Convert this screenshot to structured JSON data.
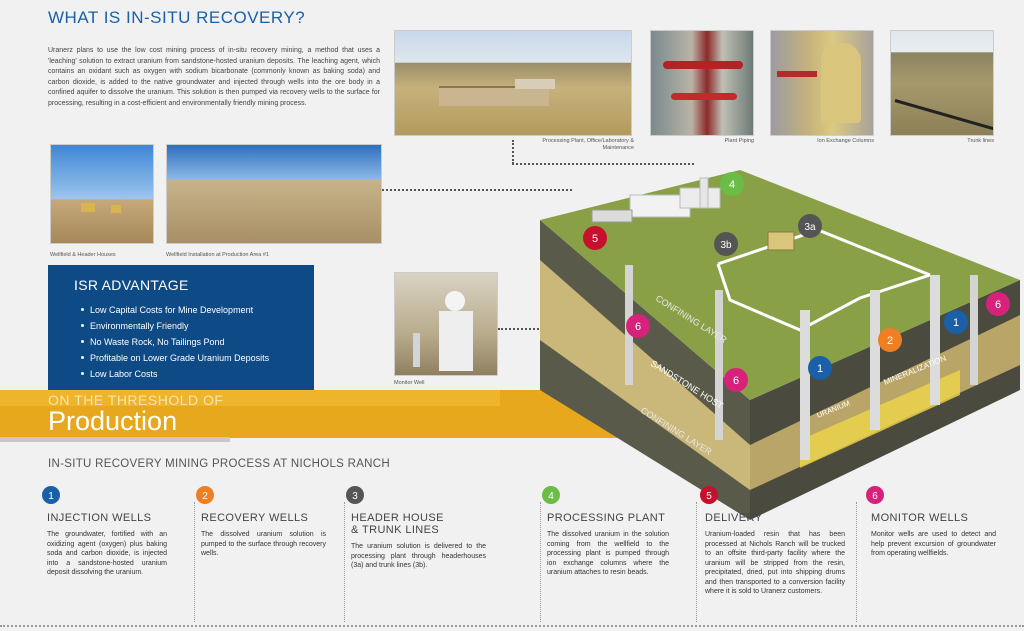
{
  "title": "WHAT IS IN-SITU RECOVERY?",
  "intro": "Uranerz plans to use the low cost mining process of in-situ recovery mining, a method that uses a 'leaching' solution to extract uranium from sandstone-hosted uranium deposits. The leaching agent, which contains an oxidant such as oxygen with sodium bicarbonate (commonly known as baking soda) and carbon dioxide, is added to the native groundwater and injected through wells into the ore body in a confined aquifer to dissolve the uranium. This solution is then pumped via recovery wells to the surface for processing, resulting in a cost-efficient and environmentally friendly mining process.",
  "photos": {
    "plant": "Processing Plant, Office/Laboratory & Maintenance",
    "piping": "Plant Piping",
    "ion": "Ion Exchange Columns",
    "trunk": "Trunk lines",
    "wellfield": "Wellfield & Header Houses",
    "installation": "Wellfield Installation at Production Area #1",
    "monitor": "Monitor Well"
  },
  "isr": {
    "title": "ISR ADVANTAGE",
    "items": [
      "Low Capital Costs for Mine Development",
      "Environmentally Friendly",
      "No Waste Rock, No Tailings Pond",
      "Profitable on Lower Grade Uranium Deposits",
      "Low Labor Costs"
    ]
  },
  "banner": {
    "line1": "ON THE THRESHOLD OF",
    "line2": "Production"
  },
  "process_title": "IN-SITU RECOVERY MINING PROCESS AT NICHOLS RANCH",
  "diagram": {
    "confining_top": "CONFINING LAYER",
    "sandstone": "SANDSTONE HOST",
    "confining_bottom": "CONFINING LAYER",
    "mineralization": "MINERALIZATION",
    "uranium": "URANIUM",
    "labels": [
      "1",
      "1",
      "2",
      "3a",
      "3b",
      "4",
      "5",
      "6",
      "6",
      "6"
    ]
  },
  "colors": {
    "blue": "#1a5fa8",
    "orange": "#ef7f22",
    "grey": "#555555",
    "green": "#6cbd45",
    "red": "#c8102e",
    "pink": "#d6227b"
  },
  "steps": [
    {
      "num": "1",
      "title": "INJECTION WELLS",
      "text": "The groundwater, fortified with an oxidizing agent (oxygen) plus baking soda and carbon dioxide, is injected into a sandstone-hosted uranium deposit dissolving the uranium."
    },
    {
      "num": "2",
      "title": "RECOVERY WELLS",
      "text": "The dissolved uranium solution is pumped to the surface through recovery wells."
    },
    {
      "num": "3",
      "title": "HEADER HOUSE & TRUNK LINES",
      "text": "The uranium solution is delivered to the processing plant through headerhouses (3a) and trunk lines (3b)."
    },
    {
      "num": "4",
      "title": "PROCESSING PLANT",
      "text": "The dissolved uranium in the solution coming from the wellfield to the processing plant is pumped through ion exchange columns where the uranium attaches to resin beads."
    },
    {
      "num": "5",
      "title": "DELIVERY",
      "text": "Uranium-loaded resin that has been processed at Nichols Ranch will be trucked to an offsite third-party facility where the uranium will be stripped from the resin, precipitated, dried, put into shipping drums and then transported to a conversion facility where it is sold to Uranerz customers."
    },
    {
      "num": "6",
      "title": "MONITOR WELLS",
      "text": "Monitor wells are used to detect and help prevent excursion of groundwater from operating wellfields."
    }
  ]
}
